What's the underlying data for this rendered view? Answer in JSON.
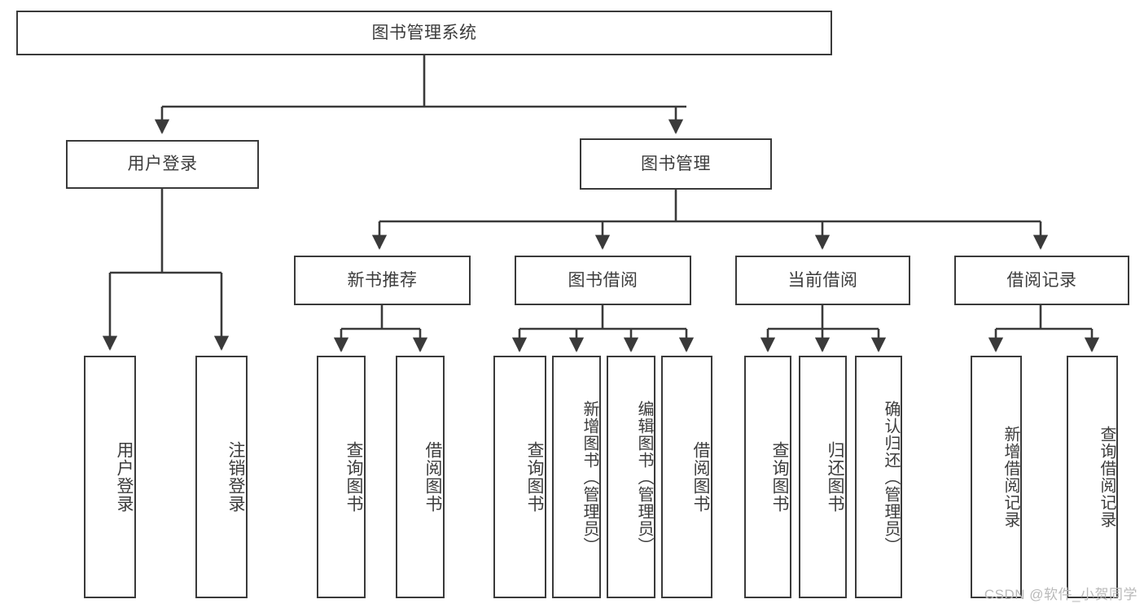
{
  "diagram": {
    "title": "图书管理系统",
    "type": "hierarchy-tree",
    "root": {
      "id": "root",
      "label": "图书管理系统",
      "orientation": "horizontal"
    },
    "level2": [
      {
        "id": "user-login",
        "label": "用户登录",
        "orientation": "horizontal"
      },
      {
        "id": "book-manage",
        "label": "图书管理",
        "orientation": "horizontal"
      }
    ],
    "level3": [
      {
        "id": "new-book-recommend",
        "label": "新书推荐",
        "orientation": "horizontal",
        "parent": "book-manage"
      },
      {
        "id": "book-borrow",
        "label": "图书借阅",
        "orientation": "horizontal",
        "parent": "book-manage"
      },
      {
        "id": "current-borrow",
        "label": "当前借阅",
        "orientation": "horizontal",
        "parent": "book-manage"
      },
      {
        "id": "borrow-record",
        "label": "借阅记录",
        "orientation": "horizontal",
        "parent": "book-manage"
      }
    ],
    "leaves": [
      {
        "id": "leaf-user-login",
        "label": "用户登录",
        "parent": "user-login"
      },
      {
        "id": "leaf-user-logout",
        "label": "注销登录",
        "parent": "user-login"
      },
      {
        "id": "leaf-rec-query-book",
        "label": "查询图书",
        "parent": "new-book-recommend"
      },
      {
        "id": "leaf-rec-borrow-book",
        "label": "借阅图书",
        "parent": "new-book-recommend"
      },
      {
        "id": "leaf-borrow-query-book",
        "label": "查询图书",
        "parent": "book-borrow"
      },
      {
        "id": "leaf-borrow-add-book",
        "label": "新增图书（管理员）",
        "parent": "book-borrow"
      },
      {
        "id": "leaf-borrow-edit-book",
        "label": "编辑图书（管理员）",
        "parent": "book-borrow"
      },
      {
        "id": "leaf-borrow-lend-book",
        "label": "借阅图书",
        "parent": "book-borrow"
      },
      {
        "id": "leaf-current-query-book",
        "label": "查询图书",
        "parent": "current-borrow"
      },
      {
        "id": "leaf-current-return-book",
        "label": "归还图书",
        "parent": "current-borrow"
      },
      {
        "id": "leaf-current-confirm-return",
        "label": "确认归还（管理员）",
        "parent": "current-borrow"
      },
      {
        "id": "leaf-record-add",
        "label": "新增借阅记录",
        "parent": "borrow-record"
      },
      {
        "id": "leaf-record-query",
        "label": "查询借阅记录",
        "parent": "borrow-record"
      }
    ],
    "watermark": "CSDN @软件_小贺同学",
    "colors": {
      "border": "#3a3a3a",
      "text": "#3c3c3c",
      "background": "#ffffff",
      "watermark": "#b9b9b9"
    }
  }
}
